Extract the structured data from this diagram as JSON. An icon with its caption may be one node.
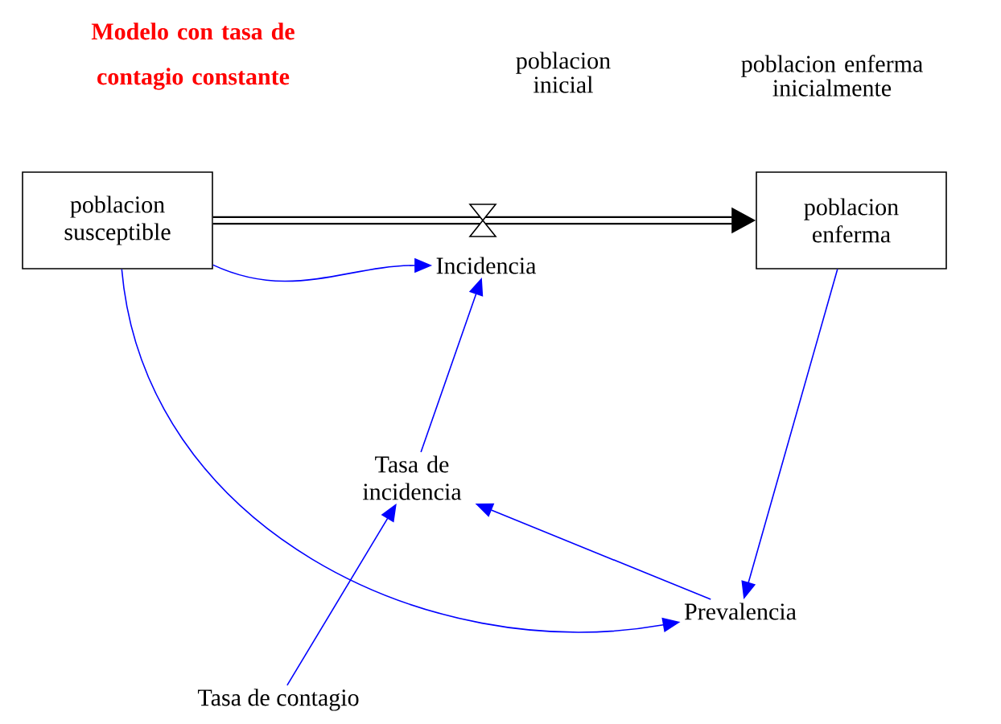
{
  "diagram": {
    "title": "Modelo con tasa de contagio constante",
    "nodes": [
      {
        "text": [
          "poblacion susceptible"
        ]
      },
      {
        "text": [
          "poblacion enferma"
        ]
      },
      {
        "text": [
          "Incidencia"
        ]
      },
      {
        "text": [
          "Tasa de incidencia"
        ]
      },
      {
        "text": [
          "Prevalencia"
        ]
      },
      {
        "text": [
          "Tasa de contagio"
        ]
      }
    ],
    "edges": [
      {
        "from": 0,
        "to": 1,
        "arrow": "to",
        "style": "thick",
        "color": "#000000"
      },
      {
        "from": 0,
        "to": 2,
        "arrow": "to"
      },
      {
        "from": 3,
        "to": 2,
        "arrow": "to"
      },
      {
        "from": 0,
        "to": 4,
        "arrow": "to"
      },
      {
        "from": 1,
        "to": 4,
        "arrow": "to"
      },
      {
        "from": 4,
        "to": 3,
        "arrow": "to"
      },
      {
        "from": 5,
        "to": 3,
        "arrow": "to"
      }
    ],
    "labels": [
      "poblacion inicial",
      "poblacion enferma inicialmente"
    ]
  }
}
